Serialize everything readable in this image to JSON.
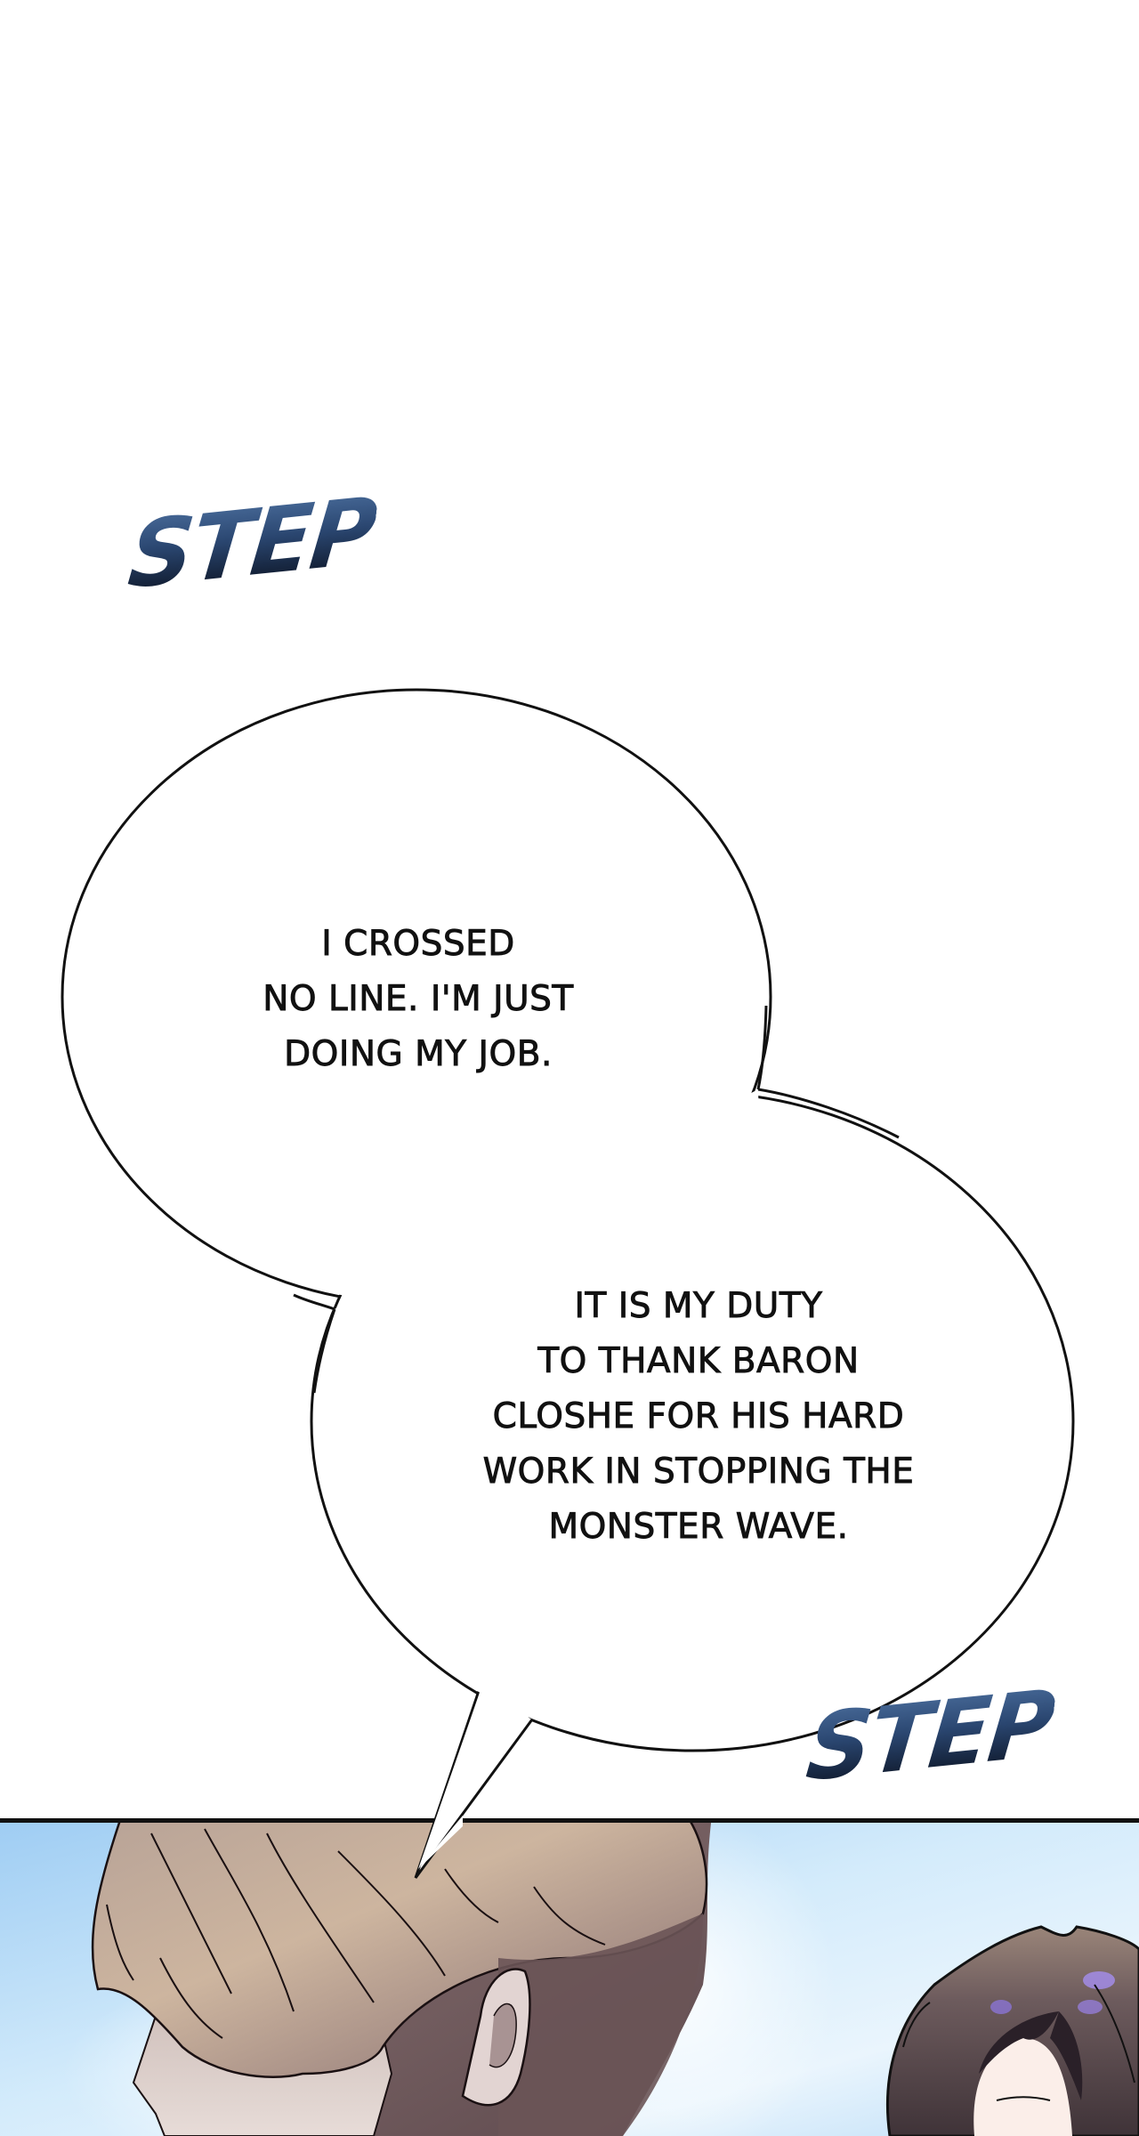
{
  "page": {
    "background": "#ffffff",
    "panel_border_color": "#111111",
    "sky_colors": [
      "#a9d3f5",
      "#d6ecfb",
      "#eef7fd"
    ]
  },
  "sound_effects": [
    {
      "text": "STEP",
      "position": "upper-left"
    },
    {
      "text": "STEP",
      "position": "lower-right, overlapping bubble edge"
    }
  ],
  "speech_bubbles": [
    {
      "lines": [
        "I CROSSED",
        "NO LINE. I'M JUST",
        "DOING MY JOB."
      ]
    },
    {
      "lines": [
        "IT IS MY DUTY",
        "TO THANK BARON",
        "CLOSHE FOR HIS HARD",
        "WORK IN STOPPING THE",
        "MONSTER WAVE."
      ]
    }
  ],
  "panel": {
    "description": "Two characters under a pale blue sky: a light-brown-haired young man in profile at left, a dark-haired man with violet highlights at lower right",
    "characters": [
      {
        "hair_color": "#c9b09a",
        "position": "left"
      },
      {
        "hair_color": "#5b4c50",
        "highlight_color": "#9b84e6",
        "position": "right"
      }
    ]
  }
}
